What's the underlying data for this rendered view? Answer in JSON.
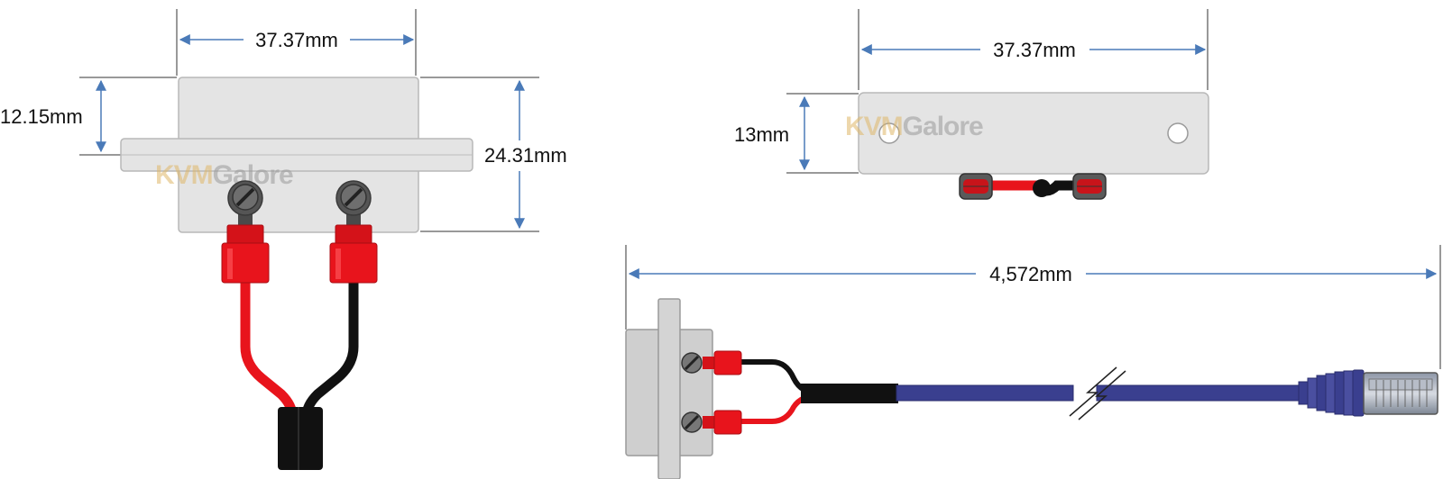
{
  "logo": {
    "brand_a": "KVM",
    "brand_b": "Galore"
  },
  "front_view": {
    "width_label": "37.37mm",
    "flange_height_label": "12.15mm",
    "body_height_label": "24.31mm"
  },
  "top_view": {
    "width_label": "37.37mm",
    "height_label": "13mm"
  },
  "cable_view": {
    "length_label": "4,572mm"
  },
  "colors": {
    "dimension_line": "#4a7ab8",
    "housing": "#e4e4e4",
    "red_wire": "#e8141c",
    "black_wire": "#111111",
    "cable": "#3a3f8f"
  }
}
